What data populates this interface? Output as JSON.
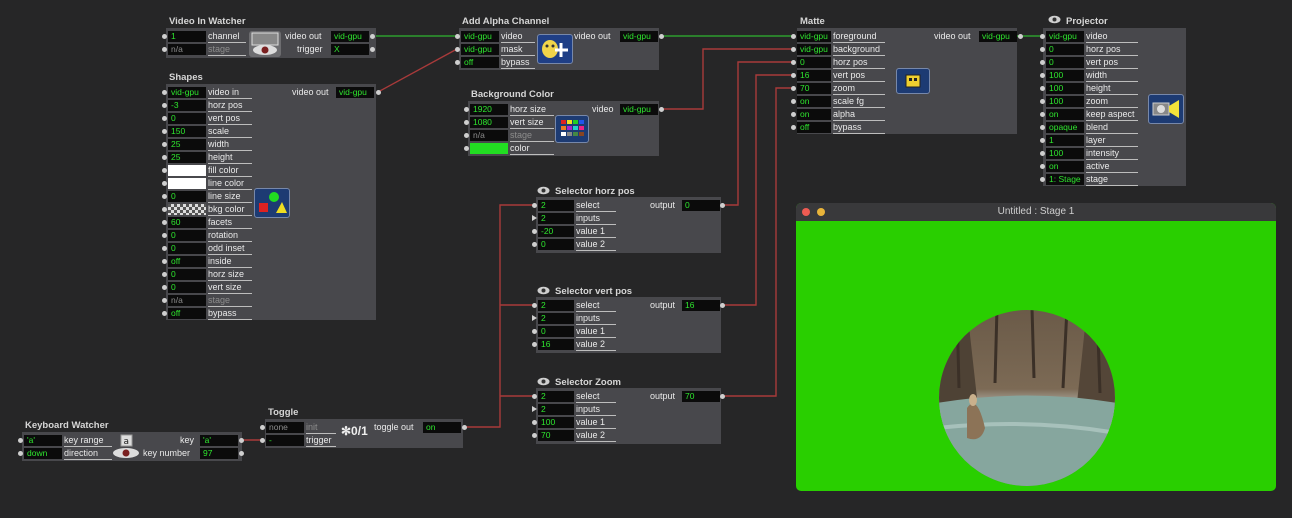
{
  "actors": {
    "video_in": {
      "title": "Video In Watcher",
      "rows": [
        {
          "in": "1",
          "label": "channel"
        },
        {
          "in": "n/a",
          "label": "stage",
          "dim": true
        }
      ],
      "outs": [
        {
          "label": "video out",
          "val": "vid-gpu"
        },
        {
          "label": "trigger",
          "val": "X"
        }
      ]
    },
    "shapes": {
      "title": "Shapes",
      "rows": [
        {
          "in": "vid-gpu",
          "label": "video in"
        },
        {
          "in": "-3",
          "label": "horz pos"
        },
        {
          "in": "0",
          "label": "vert pos"
        },
        {
          "in": "150",
          "label": "scale"
        },
        {
          "in": "25",
          "label": "width"
        },
        {
          "in": "25",
          "label": "height"
        },
        {
          "in": "",
          "label": "fill color"
        },
        {
          "in": "",
          "label": "line color"
        },
        {
          "in": "0",
          "label": "line size"
        },
        {
          "in": "",
          "label": "bkg color"
        },
        {
          "in": "60",
          "label": "facets"
        },
        {
          "in": "0",
          "label": "rotation"
        },
        {
          "in": "0",
          "label": "odd inset"
        },
        {
          "in": "off",
          "label": "inside"
        },
        {
          "in": "0",
          "label": "horz size"
        },
        {
          "in": "0",
          "label": "vert size"
        },
        {
          "in": "n/a",
          "label": "stage",
          "dim": true
        },
        {
          "in": "off",
          "label": "bypass"
        }
      ],
      "outs": [
        {
          "label": "video out",
          "val": "vid-gpu"
        }
      ]
    },
    "alpha": {
      "title": "Add Alpha Channel",
      "rows": [
        {
          "in": "vid-gpu",
          "label": "video"
        },
        {
          "in": "vid-gpu",
          "label": "mask"
        },
        {
          "in": "off",
          "label": "bypass"
        }
      ],
      "outs": [
        {
          "label": "video out",
          "val": "vid-gpu"
        }
      ]
    },
    "bg_color": {
      "title": "Background Color",
      "rows": [
        {
          "in": "1920",
          "label": "horz size"
        },
        {
          "in": "1080",
          "label": "vert size"
        },
        {
          "in": "n/a",
          "label": "stage",
          "dim": true
        },
        {
          "in": "",
          "label": "color"
        }
      ],
      "outs": [
        {
          "label": "video",
          "val": "vid-gpu"
        }
      ]
    },
    "matte": {
      "title": "Matte",
      "rows": [
        {
          "in": "vid-gpu",
          "label": "foreground"
        },
        {
          "in": "vid-gpu",
          "label": "background"
        },
        {
          "in": "0",
          "label": "horz pos"
        },
        {
          "in": "16",
          "label": "vert pos"
        },
        {
          "in": "70",
          "label": "zoom"
        },
        {
          "in": "on",
          "label": "scale fg"
        },
        {
          "in": "on",
          "label": "alpha"
        },
        {
          "in": "off",
          "label": "bypass"
        }
      ],
      "outs": [
        {
          "label": "video out",
          "val": "vid-gpu"
        }
      ]
    },
    "projector": {
      "title": "Projector",
      "rows": [
        {
          "in": "vid-gpu",
          "label": "video"
        },
        {
          "in": "0",
          "label": "horz pos"
        },
        {
          "in": "0",
          "label": "vert pos"
        },
        {
          "in": "100",
          "label": "width"
        },
        {
          "in": "100",
          "label": "height"
        },
        {
          "in": "100",
          "label": "zoom"
        },
        {
          "in": "on",
          "label": "keep aspect"
        },
        {
          "in": "opaque",
          "label": "blend"
        },
        {
          "in": "1",
          "label": "layer"
        },
        {
          "in": "100",
          "label": "intensity"
        },
        {
          "in": "on",
          "label": "active"
        },
        {
          "in": "1: Stage",
          "label": "stage"
        }
      ],
      "outs": []
    },
    "sel_horz": {
      "title": "Selector horz pos",
      "rows": [
        {
          "in": "2",
          "label": "select"
        },
        {
          "in": "2",
          "label": "inputs"
        },
        {
          "in": "-20",
          "label": "value 1"
        },
        {
          "in": "0",
          "label": "value 2"
        }
      ],
      "outs": [
        {
          "label": "output",
          "val": "0"
        }
      ]
    },
    "sel_vert": {
      "title": "Selector vert pos",
      "rows": [
        {
          "in": "2",
          "label": "select"
        },
        {
          "in": "2",
          "label": "inputs"
        },
        {
          "in": "0",
          "label": "value 1"
        },
        {
          "in": "16",
          "label": "value 2"
        }
      ],
      "outs": [
        {
          "label": "output",
          "val": "16"
        }
      ]
    },
    "sel_zoom": {
      "title": "Selector Zoom",
      "rows": [
        {
          "in": "2",
          "label": "select"
        },
        {
          "in": "2",
          "label": "inputs"
        },
        {
          "in": "100",
          "label": "value 1"
        },
        {
          "in": "70",
          "label": "value 2"
        }
      ],
      "outs": [
        {
          "label": "output",
          "val": "70"
        }
      ]
    },
    "keyboard": {
      "title": "Keyboard Watcher",
      "rows": [
        {
          "in": "'a'",
          "label": "key range"
        },
        {
          "in": "down",
          "label": "direction"
        }
      ],
      "outs": [
        {
          "label": "key",
          "val": "'a'"
        },
        {
          "label": "key number",
          "val": "97"
        }
      ],
      "key_glyph": "a"
    },
    "toggle": {
      "title": "Toggle",
      "rows": [
        {
          "in": "none",
          "label": "init",
          "dim": true
        },
        {
          "in": "-",
          "label": "trigger"
        }
      ],
      "outs": [
        {
          "label": "toggle out",
          "val": "on"
        }
      ],
      "glyph": "✻0/1"
    }
  },
  "stage": {
    "title": "Untitled : Stage 1",
    "bg_color": "#29cf00"
  },
  "colors": {
    "value_text": "#2ee52e",
    "wire_video": "#2fb52f",
    "wire_value": "#a83a3a",
    "panel": "#48484c"
  }
}
